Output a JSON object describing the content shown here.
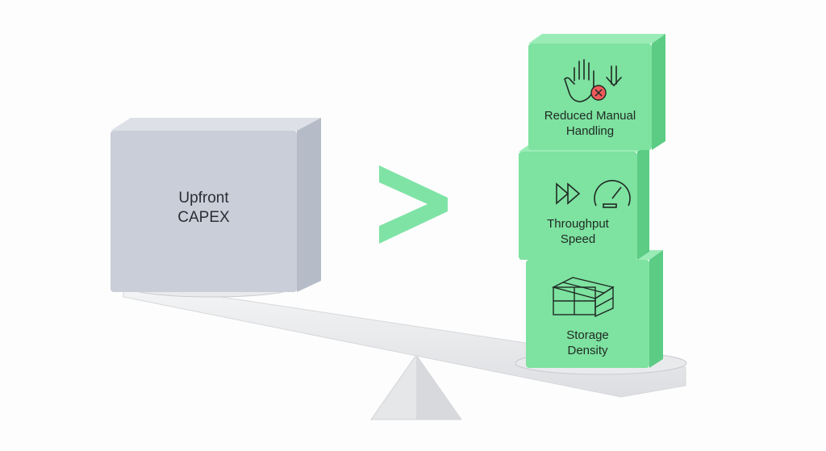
{
  "left_block": {
    "label_line1": "Upfront",
    "label_line2": "CAPEX"
  },
  "comparison_symbol": ">",
  "right_blocks": [
    {
      "line1": "Reduced Manual",
      "line2": "Handling",
      "icon": "hand-stop-icon"
    },
    {
      "line1": "Throughput",
      "line2": "Speed",
      "icon": "speedometer-icon"
    },
    {
      "line1": "Storage",
      "line2": "Density",
      "icon": "stacked-boxes-icon"
    }
  ],
  "colors": {
    "green": "#7ee2a0",
    "gray": "#c9ced8",
    "red": "#ee5a5a",
    "chevron": "#7fe3a6"
  }
}
